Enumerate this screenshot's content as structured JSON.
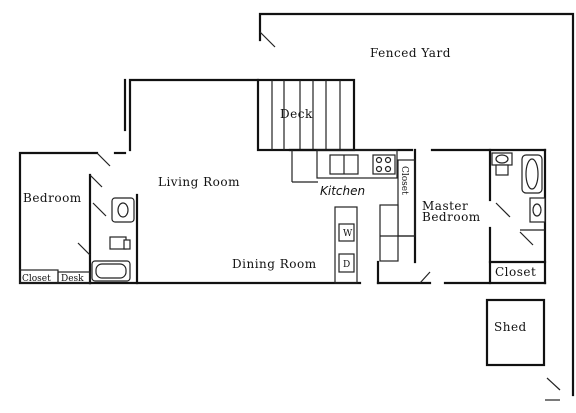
{
  "rooms": {
    "fenced_yard": "Fenced Yard",
    "deck": "Deck",
    "living_room": "Living Room",
    "kitchen": "Kitchen",
    "closet_vertical": "Closet",
    "master_bedroom_line1": "Master",
    "master_bedroom_line2": "Bedroom",
    "bedroom": "Bedroom",
    "dining_room": "Dining Room",
    "closet_left": "Closet",
    "desk": "Desk",
    "closet_right": "Closet",
    "shed": "Shed"
  },
  "appliances": {
    "washer": "W",
    "dryer": "D"
  }
}
